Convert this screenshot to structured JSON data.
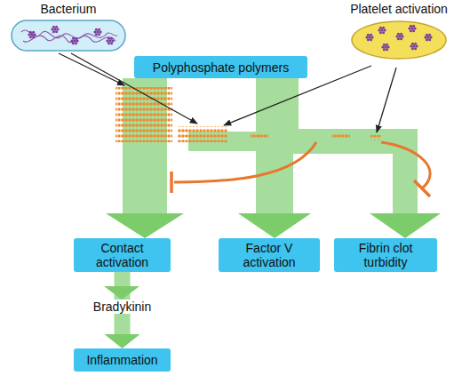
{
  "diagram": {
    "nodes": [
      {
        "text": [
          "Bacterium"
        ]
      },
      {
        "text": [
          "Platelet activation"
        ]
      },
      {
        "text": [
          "Polyphosphate polymers"
        ]
      },
      {
        "text": [
          "Contact activation"
        ]
      },
      {
        "text": [
          "Factor V activation"
        ]
      },
      {
        "text": [
          "Fibrin clot turbidity"
        ]
      },
      {
        "text": [
          "Inflammation"
        ]
      }
    ],
    "edges": [
      {
        "from": 2,
        "to": 3,
        "arrow": "to"
      },
      {
        "from": 2,
        "to": 4,
        "arrow": "to"
      },
      {
        "from": 2,
        "to": 5,
        "arrow": "to"
      },
      {
        "from": 3,
        "to": 6,
        "label": "Bradykinin",
        "arrow": "to"
      }
    ]
  }
}
